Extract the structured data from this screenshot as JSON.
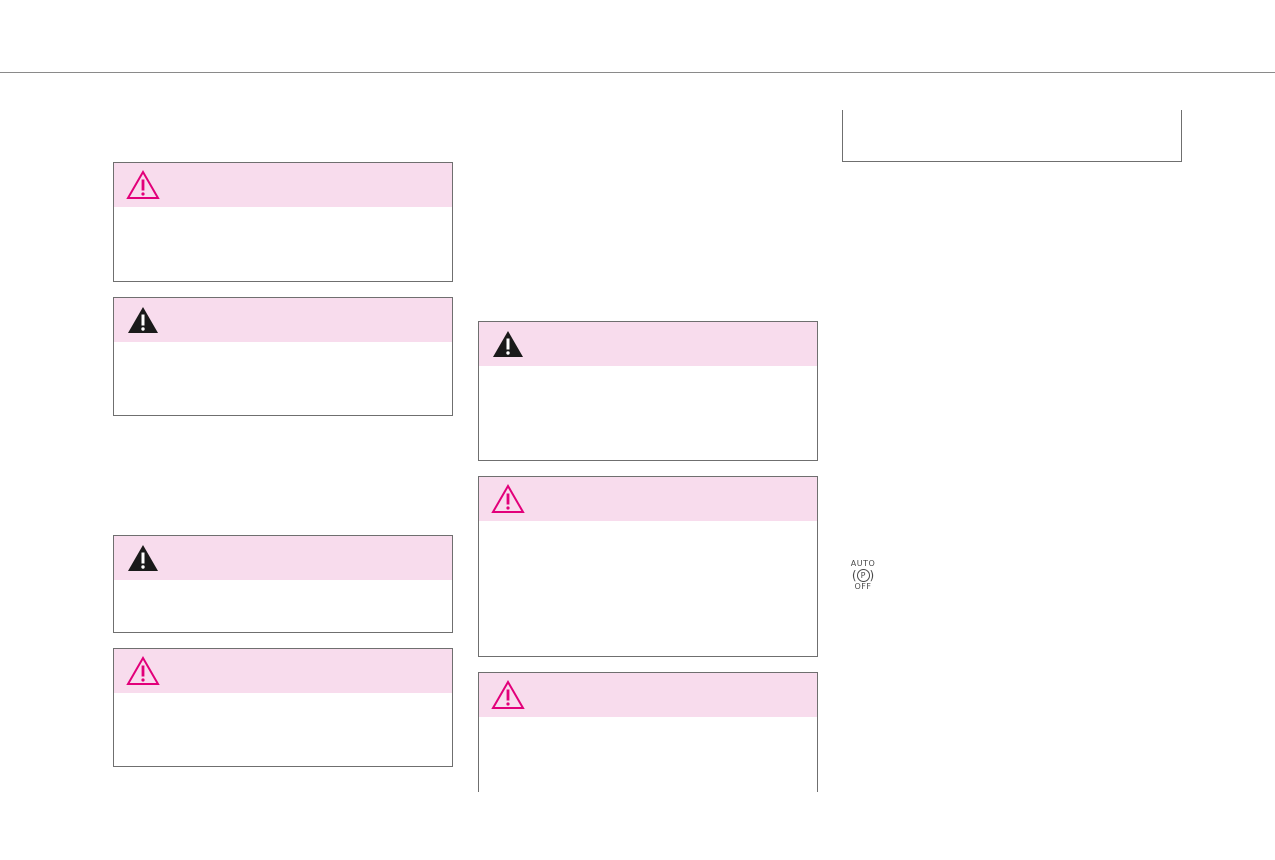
{
  "page": {
    "background": "#ffffff",
    "rule_color": "#8a8a8a"
  },
  "colors": {
    "header_band": "#f8dced",
    "caution_magenta": "#e2007a",
    "warning_black": "#1a1a1a",
    "box_border": "#6f6f6f"
  },
  "left_column": {
    "boxes": [
      {
        "kind": "caution",
        "icon": "caution-outline-triangle-icon",
        "header_text": "",
        "body_text": ""
      },
      {
        "kind": "warning",
        "icon": "warning-filled-triangle-icon",
        "header_text": "",
        "body_text": ""
      },
      {
        "kind": "warning",
        "icon": "warning-filled-triangle-icon",
        "header_text": "",
        "body_text": ""
      },
      {
        "kind": "caution",
        "icon": "caution-outline-triangle-icon",
        "header_text": "",
        "body_text": ""
      }
    ]
  },
  "middle_column": {
    "boxes": [
      {
        "kind": "warning",
        "icon": "warning-filled-triangle-icon",
        "header_text": "",
        "body_text": ""
      },
      {
        "kind": "caution",
        "icon": "caution-outline-triangle-icon",
        "header_text": "",
        "body_text": ""
      },
      {
        "kind": "caution",
        "icon": "caution-outline-triangle-icon",
        "header_text": "",
        "body_text": ""
      }
    ]
  },
  "right_column": {
    "indicator": {
      "icon": "auto-p-off-indicator-icon",
      "top_label": "AUTO",
      "center_letter": "P",
      "bottom_label": "OFF"
    }
  }
}
